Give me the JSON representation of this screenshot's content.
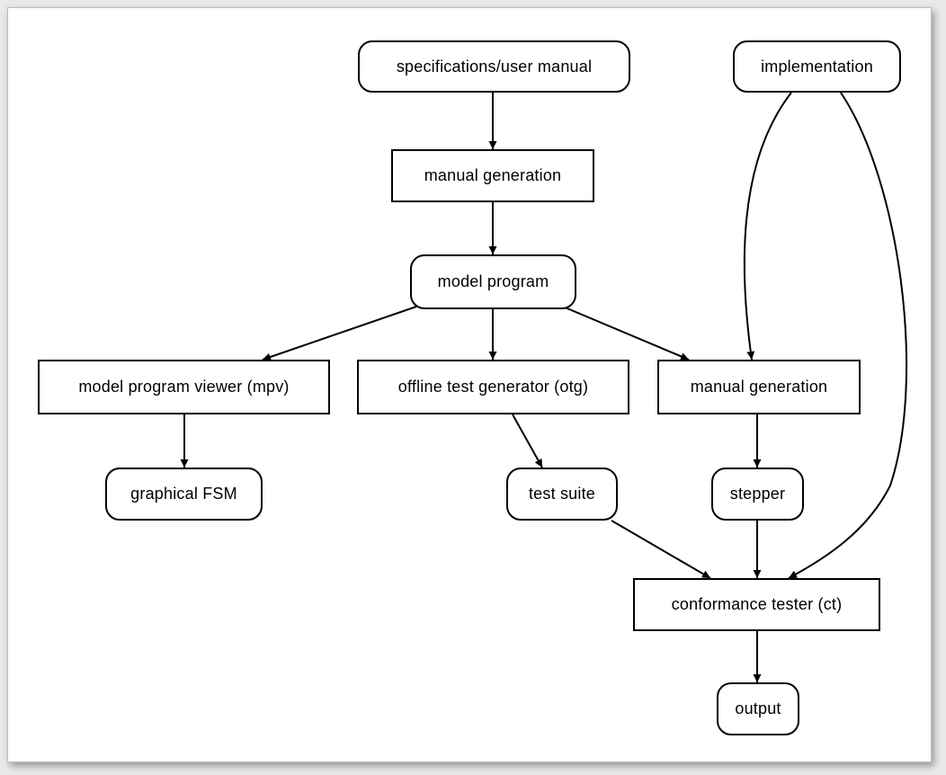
{
  "nodes": {
    "specifications": "specifications/user manual",
    "implementation": "implementation",
    "manual_generation_top": "manual generation",
    "model_program": "model program",
    "mpv": "model program viewer (mpv)",
    "otg": "offline test generator (otg)",
    "manual_generation_right": "manual generation",
    "graphical_fsm": "graphical FSM",
    "test_suite": "test suite",
    "stepper": "stepper",
    "conformance_tester": "conformance tester (ct)",
    "output": "output"
  },
  "edges": [
    {
      "from": "specifications",
      "to": "manual_generation_top"
    },
    {
      "from": "manual_generation_top",
      "to": "model_program"
    },
    {
      "from": "model_program",
      "to": "mpv"
    },
    {
      "from": "model_program",
      "to": "otg"
    },
    {
      "from": "model_program",
      "to": "manual_generation_right"
    },
    {
      "from": "implementation",
      "to": "manual_generation_right"
    },
    {
      "from": "implementation",
      "to": "conformance_tester"
    },
    {
      "from": "mpv",
      "to": "graphical_fsm"
    },
    {
      "from": "otg",
      "to": "test_suite"
    },
    {
      "from": "manual_generation_right",
      "to": "stepper"
    },
    {
      "from": "test_suite",
      "to": "conformance_tester"
    },
    {
      "from": "stepper",
      "to": "conformance_tester"
    },
    {
      "from": "conformance_tester",
      "to": "output"
    }
  ]
}
